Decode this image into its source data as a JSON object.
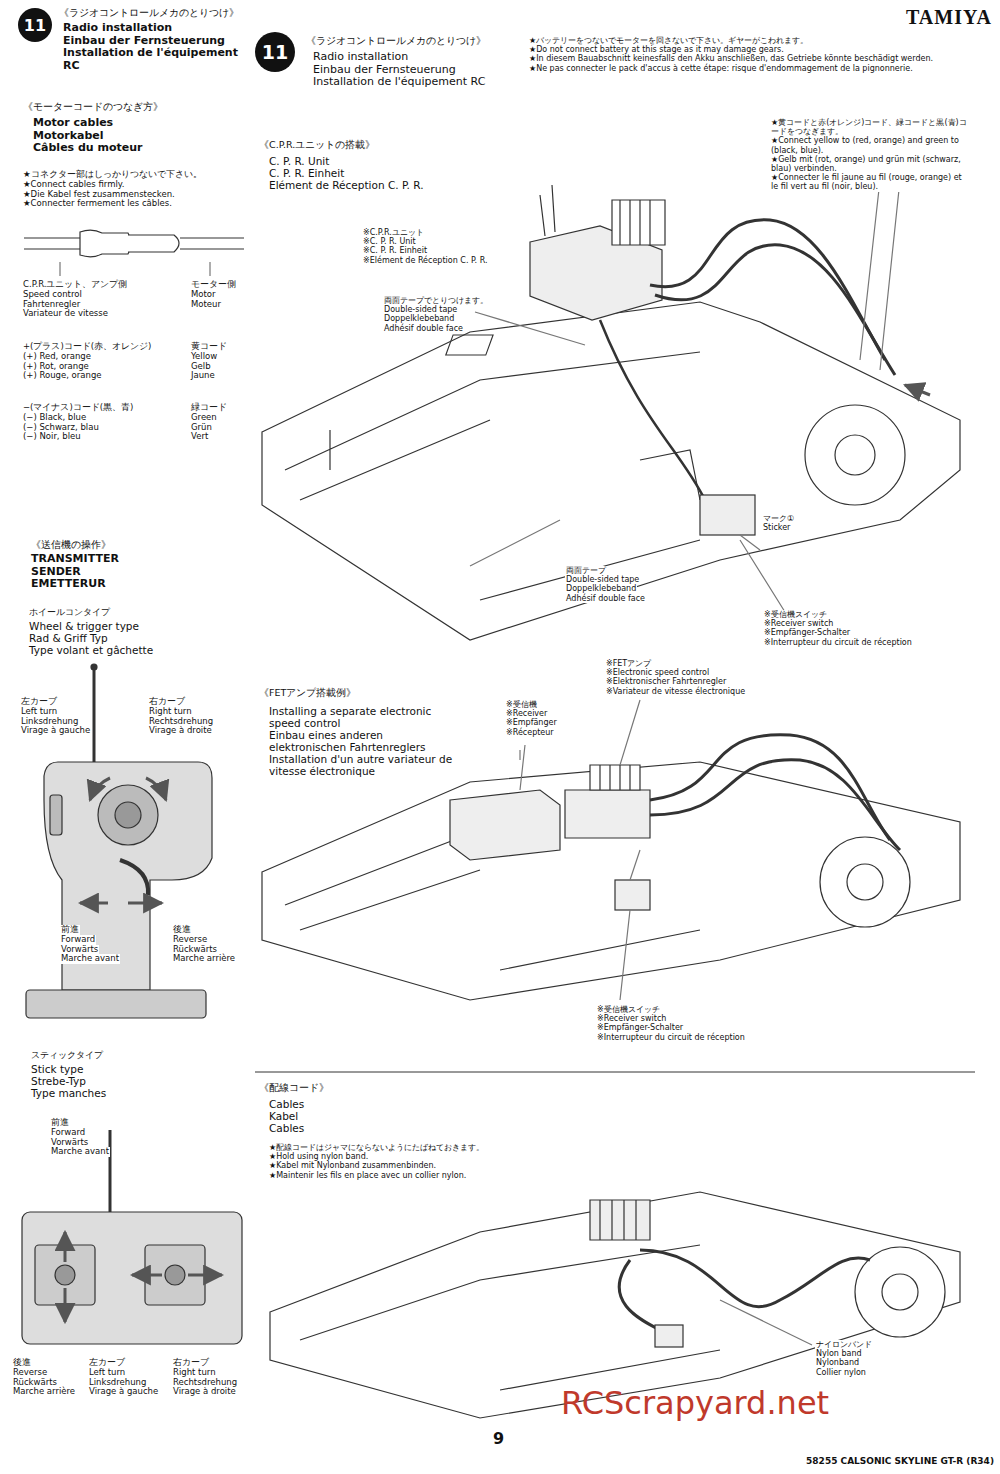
{
  "diagram": {
    "nodes": [
      {
        "text": [
          "11"
        ]
      },
      {
        "text": [
          "11"
        ]
      }
    ],
    "labels": [
      "TAMIYA",
      "《ラジオコントロールメカのとりつけ》",
      "Radio installation",
      "Einbau der Fernsteuerung",
      "Installation de l'équipement RC",
      "《モーターコードのつなぎ方》",
      "Motor cables",
      "Motorkabel",
      "Câbles du moteur",
      "★コネクター部はしっかりつないで下さい。",
      "★Connect cables firmly.",
      "★Die Kabel fest zusammenstecken.",
      "★Connecter fermement les câbles.",
      "C.P.R.ユニット、アンプ側",
      "Speed control",
      "Fahrtenregler",
      "Variateur de vitesse",
      "モーター側",
      "Motor",
      "Moteur",
      "+(プラス)コード(赤、オレンジ)",
      "(+) Red, orange",
      "(+) Rot, orange",
      "(+) Rouge, orange",
      "黄コード",
      "Yellow",
      "Gelb",
      "Jaune",
      "−(マイナス)コード(黒、青)",
      "(−) Black, blue",
      "(−) Schwarz, blau",
      "(−) Noir, bleu",
      "緑コード",
      "Green",
      "Grün",
      "Vert",
      "《送信機の操作》",
      "TRANSMITTER",
      "SENDER",
      "EMETTERUR",
      "ホイールコンタイプ",
      "Wheel & trigger type",
      "Rad & Griff Typ",
      "Type volant et gâchette",
      "左カーブ",
      "Left turn",
      "Linksdrehung",
      "Virage à gauche",
      "右カーブ",
      "Right turn",
      "Rechtsdrehung",
      "Virage à droite",
      "前進",
      "Forward",
      "Vorwärts",
      "Marche avant",
      "後進",
      "Reverse",
      "Rückwärts",
      "Marche arrière",
      "スティックタイプ",
      "Stick type",
      "Strebe-Typ",
      "Type manches",
      "前進",
      "Forward",
      "Vorwärts",
      "Marche avant",
      "後進",
      "Reverse",
      "Rückwärts",
      "Marche arrière",
      "左カーブ",
      "Left turn",
      "Linksdrehung",
      "Virage à gauche",
      "右カーブ",
      "Right turn",
      "Rechtsdrehung",
      "Virage à droite",
      "《ラジオコントロールメカのとりつけ》",
      "Radio installation",
      "Einbau der Fernsteuerung",
      "Installation de l'équipement RC",
      "★バッテリーをつないでモーターを回さないで下さい。ギヤーがこわれます。",
      "★Do not connect battery at this stage as it may damage gears.",
      "★In diesem Bauabschnitt keinesfalls den Akku anschließen, das Getriebe könnte beschädigt werden.",
      "★Ne pas connecter le pack d'accus à cette étape: risque d'endommagement de la pignonnerie.",
      "《C.P.R.ユニットの搭載》",
      "C. P. R. Unit",
      "C. P. R. Einheit",
      "Elément de Réception C. P. R.",
      "※C.P.R.ユニット",
      "※C. P. R. Unit",
      "※C. P. R. Einheit",
      "※Elément de Réception C. P. R.",
      "両面テープでとりつけます。",
      "Double-sided tape",
      "Doppelklebeband",
      "Adhésif double face",
      "★黄コードと赤(オレンジ)コード、緑コードと黒(青)コードをつなぎます。",
      "★Connect yellow to (red, orange) and green to (black, blue).",
      "★Gelb mit (rot, orange) und grün mit (schwarz, blau) verbinden.",
      "★Connecter le fil jaune au fil (rouge, orange) et le fil vert au fil (noir, bleu).",
      "マーク①",
      "Sticker",
      "両面テープ",
      "Double-sided tape",
      "Doppelklebeband",
      "Adhésif double face",
      "※受信機スイッチ",
      "※Receiver switch",
      "※Empfänger-Schalter",
      "※Interrupteur du circuit de réception",
      "※FETアンプ",
      "※Electronic speed control",
      "※Elektronischer Fahrtenregler",
      "※Variateur de vitesse électronique",
      "《FETアンプ搭載例》",
      "Installing a separate electronic speed control",
      "Einbau eines anderen elektronischen Fahrtenreglers",
      "Installation d'un autre variateur de vitesse électronique",
      "※受信機",
      "※Receiver",
      "※Empfänger",
      "※Récepteur",
      "※受信機スイッチ",
      "※Receiver switch",
      "※Empfänger-Schalter",
      "※Interrupteur du circuit de réception",
      "《配線コード》",
      "Cables",
      "Kabel",
      "Cables",
      "★配線コードはジャマにならないようにたばねておきます。",
      "★Hold using nylon band.",
      "★Kabel mit Nylonband zusammenbinden.",
      "★Maintenir les fils en place avec un collier nylon.",
      "ナイロンバンド",
      "Nylon band",
      "Nylonband",
      "Collier nylon",
      "RCScrapyard.net",
      "9",
      "58255 CALSONIC SKYLINE GT-R (R34)"
    ]
  }
}
